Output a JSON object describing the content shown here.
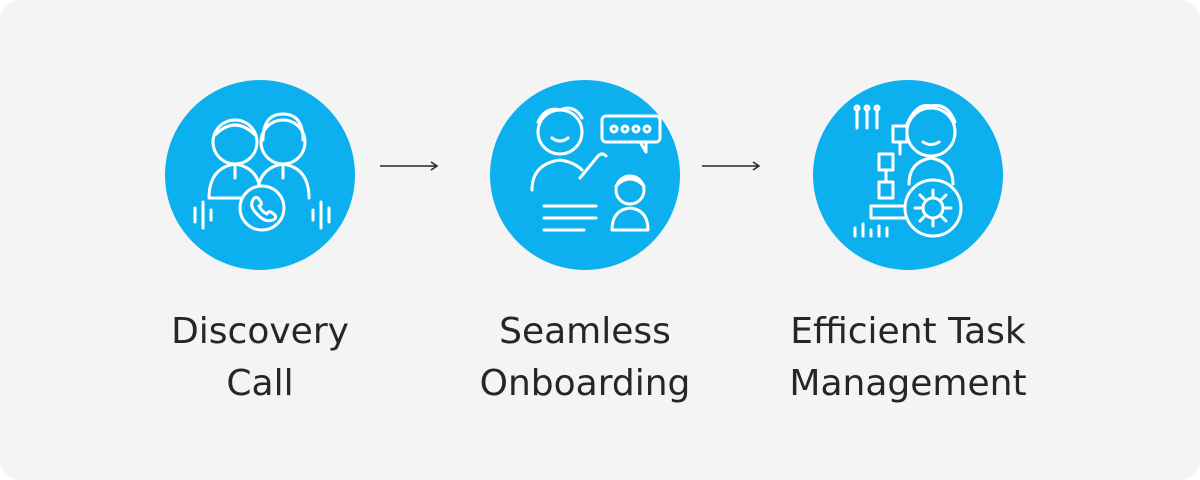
{
  "colors": {
    "background": "#f4f4f4",
    "circle": "#0db0ee",
    "text": "#262626",
    "icon_line": "#ffffff"
  },
  "steps": [
    {
      "icon": "discovery-call-icon",
      "label_line1": "Discovery",
      "label_line2": "Call"
    },
    {
      "icon": "onboarding-icon",
      "label_line1": "Seamless",
      "label_line2": "Onboarding"
    },
    {
      "icon": "task-management-icon",
      "label_line1": "Efficient Task",
      "label_line2": "Management"
    }
  ],
  "connectors": [
    {
      "icon": "arrow-right-icon"
    },
    {
      "icon": "arrow-right-icon"
    }
  ]
}
